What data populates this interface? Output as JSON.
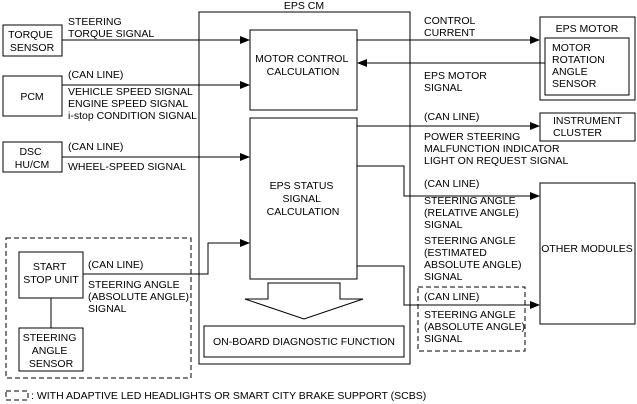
{
  "eps_cm": {
    "title": "EPS CM"
  },
  "boxes": {
    "torque_sensor": [
      "TORQUE",
      "SENSOR"
    ],
    "pcm": [
      "PCM"
    ],
    "dsc": [
      "DSC",
      "HU/CM"
    ],
    "start_stop": [
      "START",
      "STOP UNIT"
    ],
    "steering_angle_sensor": [
      "STEERING",
      "ANGLE",
      "SENSOR"
    ],
    "motor_control": [
      "MOTOR CONTROL",
      "CALCULATION"
    ],
    "eps_status": [
      "EPS STATUS",
      "SIGNAL",
      "CALCULATION"
    ],
    "obd": [
      "ON-BOARD DIAGNOSTIC FUNCTION"
    ],
    "eps_motor_title": "EPS MOTOR",
    "motor_rotation_sensor": [
      "MOTOR",
      "ROTATION",
      "ANGLE",
      "SENSOR"
    ],
    "instrument_cluster": [
      "INSTRUMENT",
      "CLUSTER"
    ],
    "other_modules": [
      "OTHER MODULES"
    ]
  },
  "signals": {
    "torque": [
      "STEERING",
      "TORQUE SIGNAL"
    ],
    "pcm_can": "(CAN LINE)",
    "pcm": [
      "VEHICLE SPEED SIGNAL",
      "ENGINE SPEED SIGNAL",
      "i-stop CONDITION SIGNAL"
    ],
    "dsc_can": "(CAN LINE)",
    "dsc": [
      "WHEEL-SPEED SIGNAL"
    ],
    "start_can": "(CAN LINE)",
    "start": [
      "STEERING ANGLE",
      "(ABSOLUTE ANGLE)",
      "SIGNAL"
    ],
    "control_current": [
      "CONTROL",
      "CURRENT"
    ],
    "motor_signal": [
      "EPS MOTOR",
      "SIGNAL"
    ],
    "cluster_can": "(CAN LINE)",
    "cluster": [
      "POWER STEERING",
      "MALFUNCTION INDICATOR",
      "LIGHT ON REQUEST SIGNAL"
    ],
    "other_can": "(CAN LINE)",
    "other": [
      "STEERING ANGLE",
      "(RELATIVE ANGLE)",
      "SIGNAL",
      "STEERING ANGLE",
      "(ESTIMATED",
      "ABSOLUTE ANGLE)",
      "SIGNAL"
    ],
    "opt_can": "(CAN LINE)",
    "opt": [
      "STEERING ANGLE",
      "(ABSOLUTE ANGLE)",
      "SIGNAL"
    ]
  },
  "legend": {
    "text": ": WITH ADAPTIVE LED HEADLIGHTS OR SMART CITY BRAKE SUPPORT (SCBS)"
  }
}
